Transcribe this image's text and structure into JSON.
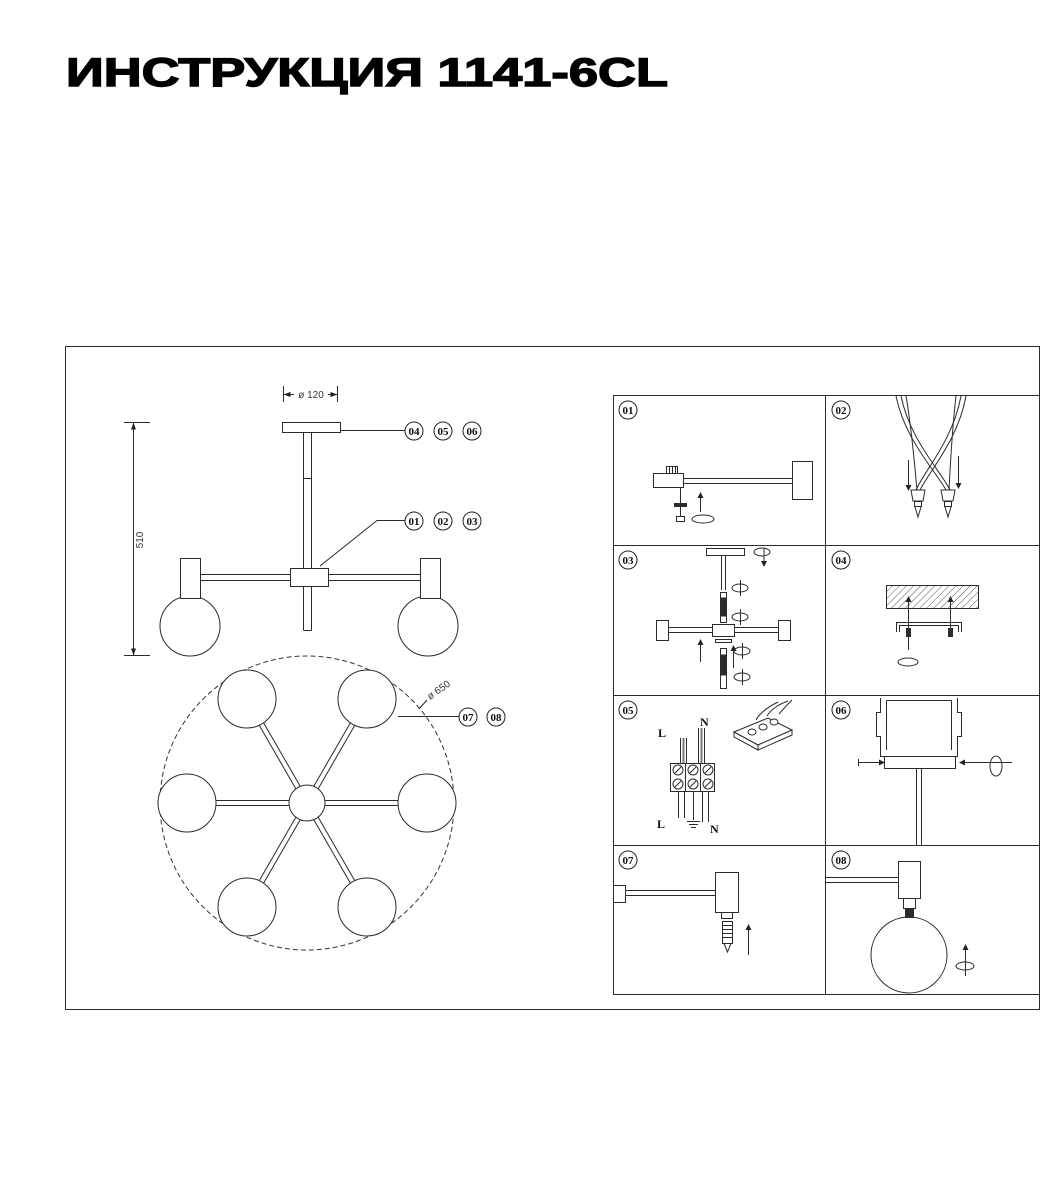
{
  "title": "ИНСТРУКЦИЯ 1141-6CL",
  "side_view": {
    "canopy_diameter": "ø 120",
    "height": "510",
    "canopy_callouts": [
      "04",
      "05",
      "06"
    ],
    "hub_callouts": [
      "01",
      "02",
      "03"
    ]
  },
  "top_view": {
    "span_diameter": "ø 650",
    "globe_callouts": [
      "07",
      "08"
    ]
  },
  "steps": [
    "01",
    "02",
    "03",
    "04",
    "05",
    "06",
    "07",
    "08"
  ],
  "wiring": {
    "top_live": "L",
    "top_neutral": "N",
    "bottom_live": "L",
    "bottom_neutral": "N"
  },
  "colors": {
    "line": "#2b2b2b",
    "background": "#ffffff"
  }
}
